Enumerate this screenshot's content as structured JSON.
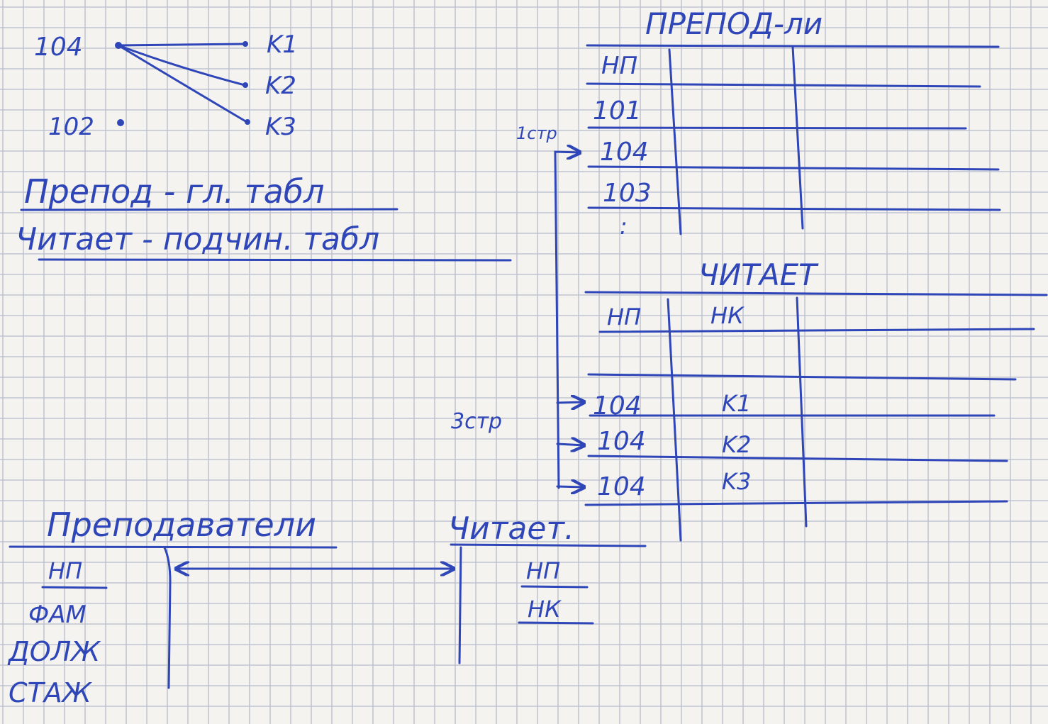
{
  "colors": {
    "ink": "#2f46b8",
    "paper": "#f4f3ef",
    "grid": "#b8bccc"
  },
  "sketch": {
    "node_104": "104",
    "node_102": "102",
    "courses": [
      "K1",
      "K2",
      "K3"
    ]
  },
  "notes": {
    "line1": "Препод - гл. табл",
    "line2": "Читает - подчин. табл"
  },
  "table_prepod": {
    "title": "ПРЕПОД-ли",
    "header": "НП",
    "rows": [
      "101",
      "104",
      "103",
      ":"
    ]
  },
  "table_chitaet": {
    "title": "ЧИТАЕТ",
    "headers": [
      "НП",
      "НК"
    ],
    "rows": [
      {
        "np": "104",
        "nk": "K1"
      },
      {
        "np": "104",
        "nk": "K2"
      },
      {
        "np": "104",
        "nk": "K3"
      }
    ]
  },
  "arrows": {
    "label_1": "1стр",
    "label_3": "3стр"
  },
  "schema": {
    "entity1": {
      "name": "Преподаватели",
      "fields": [
        "НП",
        "ФАМ",
        "ДОЛЖ",
        "СТАЖ"
      ]
    },
    "entity2": {
      "name": "Читает.",
      "fields": [
        "НП",
        "НК"
      ]
    }
  }
}
